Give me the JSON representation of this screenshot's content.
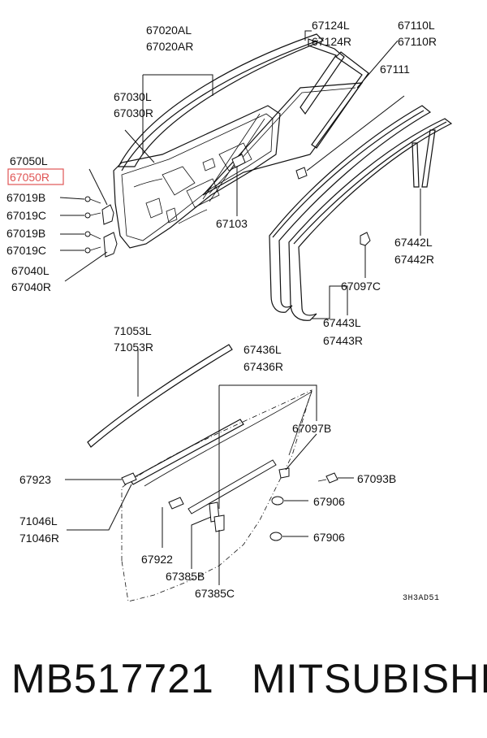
{
  "callouts": {
    "l67020AL": "67020AL",
    "l67020AR": "67020AR",
    "l67124L": "67124L",
    "l67124R": "67124R",
    "l67110L": "67110L",
    "l67110R": "67110R",
    "l67111": "67111",
    "l67030L": "67030L",
    "l67030R": "67030R",
    "l67050L": "67050L",
    "l67050R": "67050R",
    "l67019B_1": "67019B",
    "l67019C_1": "67019C",
    "l67019B_2": "67019B",
    "l67019C_2": "67019C",
    "l67040L": "67040L",
    "l67040R": "67040R",
    "l67103": "67103",
    "l67442L": "67442L",
    "l67442R": "67442R",
    "l67097C": "67097C",
    "l67443L": "67443L",
    "l67443R": "67443R",
    "l71053L": "71053L",
    "l71053R": "71053R",
    "l67436L": "67436L",
    "l67436R": "67436R",
    "l67097B": "67097B",
    "l67923": "67923",
    "l67093B": "67093B",
    "l67906_1": "67906",
    "l71046L": "71046L",
    "l71046R": "71046R",
    "l67906_2": "67906",
    "l67922": "67922",
    "l67385B": "67385B",
    "l67385C": "67385C"
  },
  "diagram_code": "3H3AD51",
  "highlight_color": "#e05555",
  "footer": {
    "part_number": "MB517721",
    "brand": "MITSUBISHI"
  }
}
